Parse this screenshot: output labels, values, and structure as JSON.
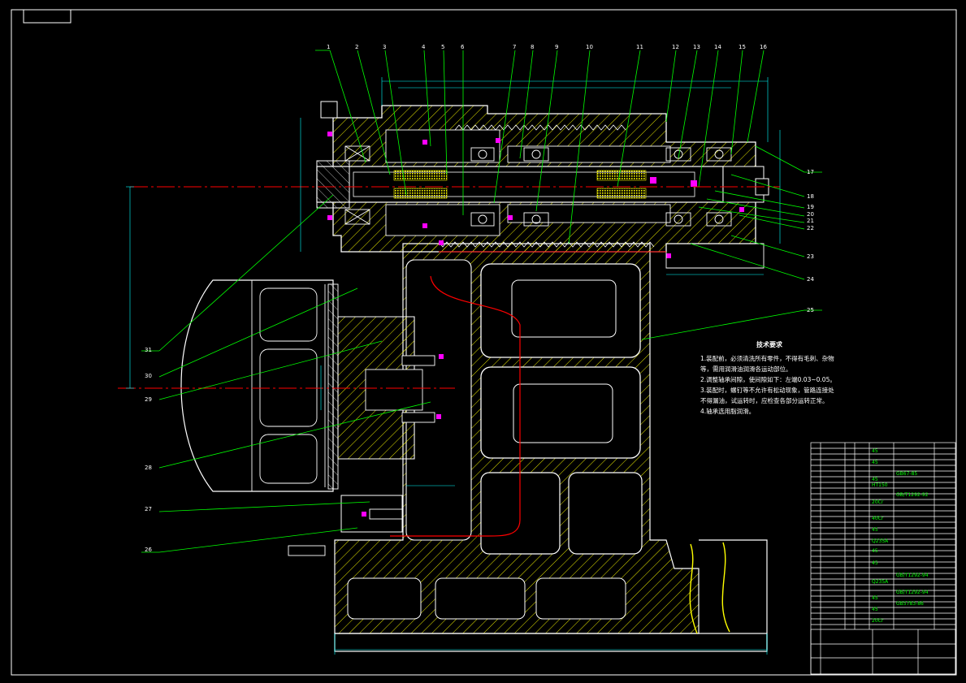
{
  "drawing": {
    "balloon_numbers": [
      "1",
      "2",
      "3",
      "4",
      "5",
      "6",
      "7",
      "8",
      "9",
      "10",
      "11",
      "12",
      "13",
      "14",
      "15",
      "16",
      "17",
      "18",
      "19",
      "20",
      "21",
      "22",
      "23",
      "24",
      "25",
      "26",
      "27",
      "28",
      "29",
      "30",
      "31"
    ],
    "technical_requirements": {
      "title": "技术要求",
      "items": [
        "1.装配前，必须清洗所有零件，不得有毛刺、杂物等，需用润滑油润滑各运动部位。",
        "2.调整轴承间隙，使间隙如下：左端0.03~0.05。",
        "3.装配时，螺钉等不允许有松动现象，管路连接处不得漏油，试运转时，应检查各部分运转正常。",
        "4.轴承选用脂润滑。"
      ]
    },
    "parts_list_text": [
      "45",
      "45",
      "GB67-85",
      "45",
      "HT150",
      "GB/T1292-92",
      "20Cr",
      "40Cr",
      "45",
      "Q235A",
      "45",
      "45",
      "GB/T1292-94",
      "Q235A",
      "GB/T1292-94",
      "45",
      "GB5783-86",
      "45",
      "20Cr"
    ],
    "colors": {
      "background": "#000000",
      "outline": "#ffffff",
      "hatch": "#ffff00",
      "leader": "#00ff00",
      "centerline": "#ff0000",
      "dimension": "#00ffff",
      "accent": "#ff00ff",
      "table_text": "#00ff00"
    }
  }
}
